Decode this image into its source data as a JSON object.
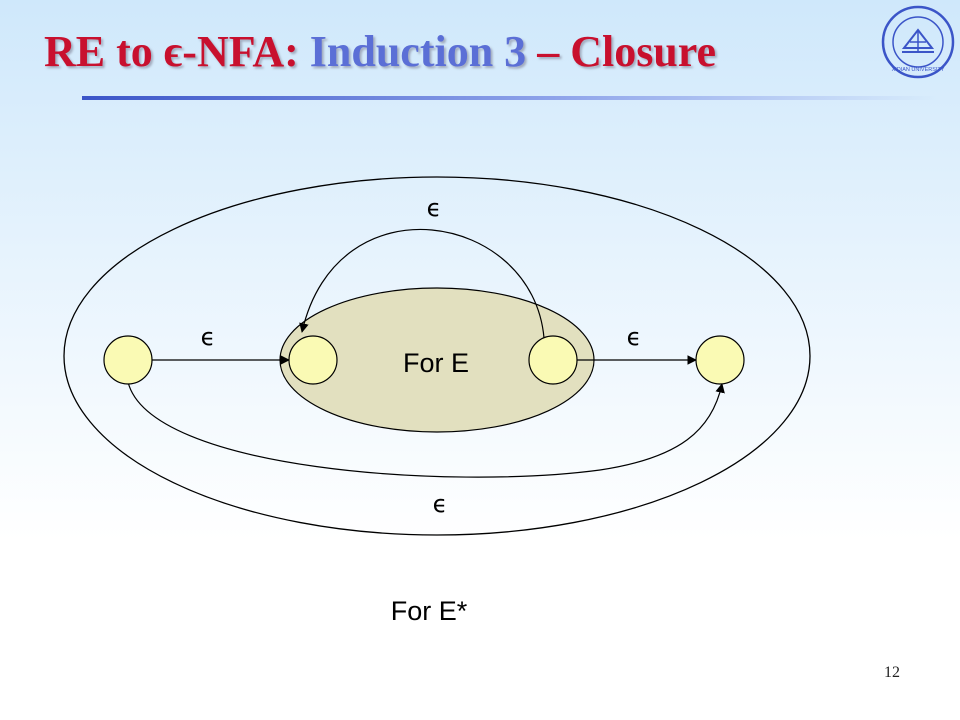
{
  "slide": {
    "title_part1": "RE to ϵ-NFA: ",
    "title_part2": "Induction 3",
    "title_part3": " – Closure",
    "page_number": "12"
  },
  "logo": {
    "icon": "university-seal-icon",
    "text": "XIDIAN UNIVERSITY"
  },
  "diagram": {
    "inner_label": "For E",
    "outer_label": "For E*",
    "epsilon_top": "ϵ",
    "epsilon_left": "ϵ",
    "epsilon_right": "ϵ",
    "epsilon_bottom": "ϵ"
  },
  "colors": {
    "title_red": "#c8102e",
    "title_blue": "#5b6fd6",
    "state_fill": "#fafab4",
    "inner_ellipse_fill": "#e2e0bf",
    "line": "#000000"
  }
}
